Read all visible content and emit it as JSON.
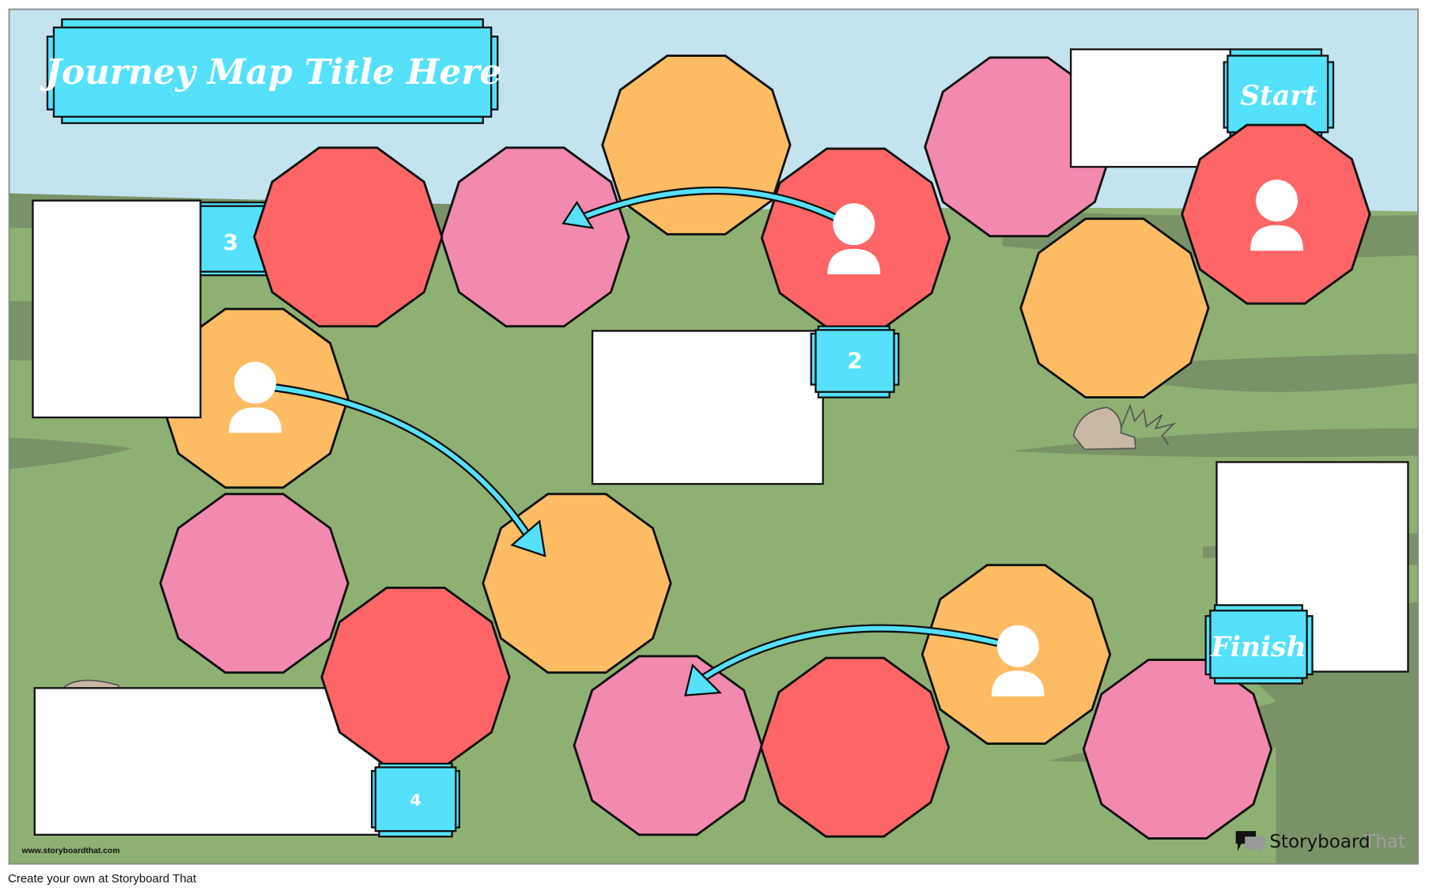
{
  "title": "Journey Map Title Here",
  "signs": {
    "start": "Start",
    "finish": "Finish"
  },
  "step_labels": {
    "two": "2",
    "three": "3",
    "four": "4"
  },
  "watermark": {
    "url": "www.storyboardthat.com",
    "logo_part1": "Storyboard",
    "logo_part2": "That"
  },
  "caption": "Create your own at Storyboard That",
  "colors": {
    "sky": "#c3e3ef",
    "grass": "#8fb073",
    "grass_dark": "#7a9268",
    "red": "#fe6566",
    "pink": "#f289af",
    "orange": "#fdbc63",
    "cyan": "#55e1fb"
  }
}
